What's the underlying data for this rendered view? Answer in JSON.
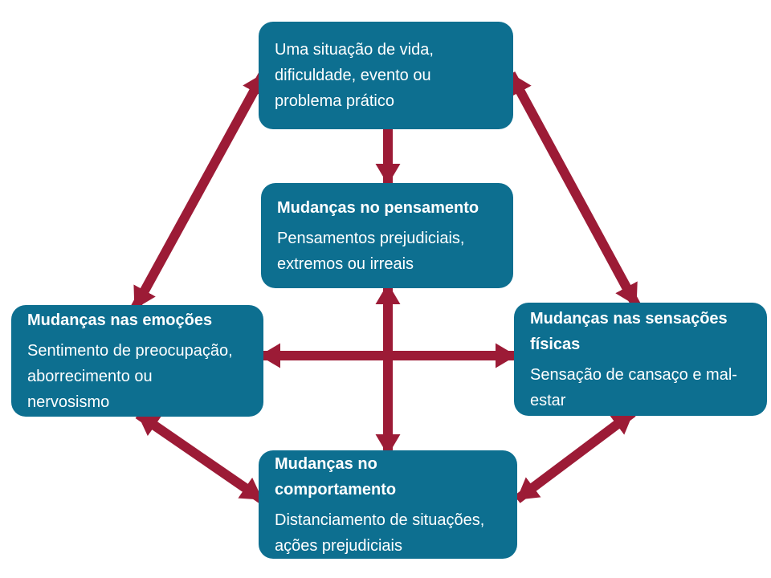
{
  "diagram": {
    "colors": {
      "box": "#0d6f90",
      "arrow": "#9c1b36",
      "text": "#ffffff",
      "background": "#ffffff"
    },
    "nodes": {
      "situation": {
        "body": "Uma situação de vida,\ndificuldade, evento ou\nproblema prático"
      },
      "thoughts": {
        "title": "Mudanças no pensamento",
        "body": "Pensamentos prejudiciais,\nextremos ou irreais"
      },
      "emotions": {
        "title": "Mudanças nas emoções",
        "body": "Sentimento de preocupação,\naborrecimento ou\nnervosismo"
      },
      "sensations": {
        "title": "Mudanças nas sensações\nfísicas",
        "body": "Sensação de cansaço e mal-\nestar"
      },
      "behavior": {
        "title": "Mudanças no\ncomportamento",
        "body": "Distanciamento de situações,\nações prejudiciais"
      }
    },
    "connections": [
      {
        "from": "situation",
        "to": "thoughts",
        "direction": "one-way"
      },
      {
        "from": "situation",
        "to": "emotions",
        "direction": "two-way"
      },
      {
        "from": "situation",
        "to": "sensations",
        "direction": "two-way"
      },
      {
        "from": "thoughts",
        "to": "behavior",
        "direction": "two-way"
      },
      {
        "from": "emotions",
        "to": "sensations",
        "direction": "two-way"
      },
      {
        "from": "emotions",
        "to": "behavior",
        "direction": "two-way"
      },
      {
        "from": "sensations",
        "to": "behavior",
        "direction": "two-way"
      }
    ]
  }
}
